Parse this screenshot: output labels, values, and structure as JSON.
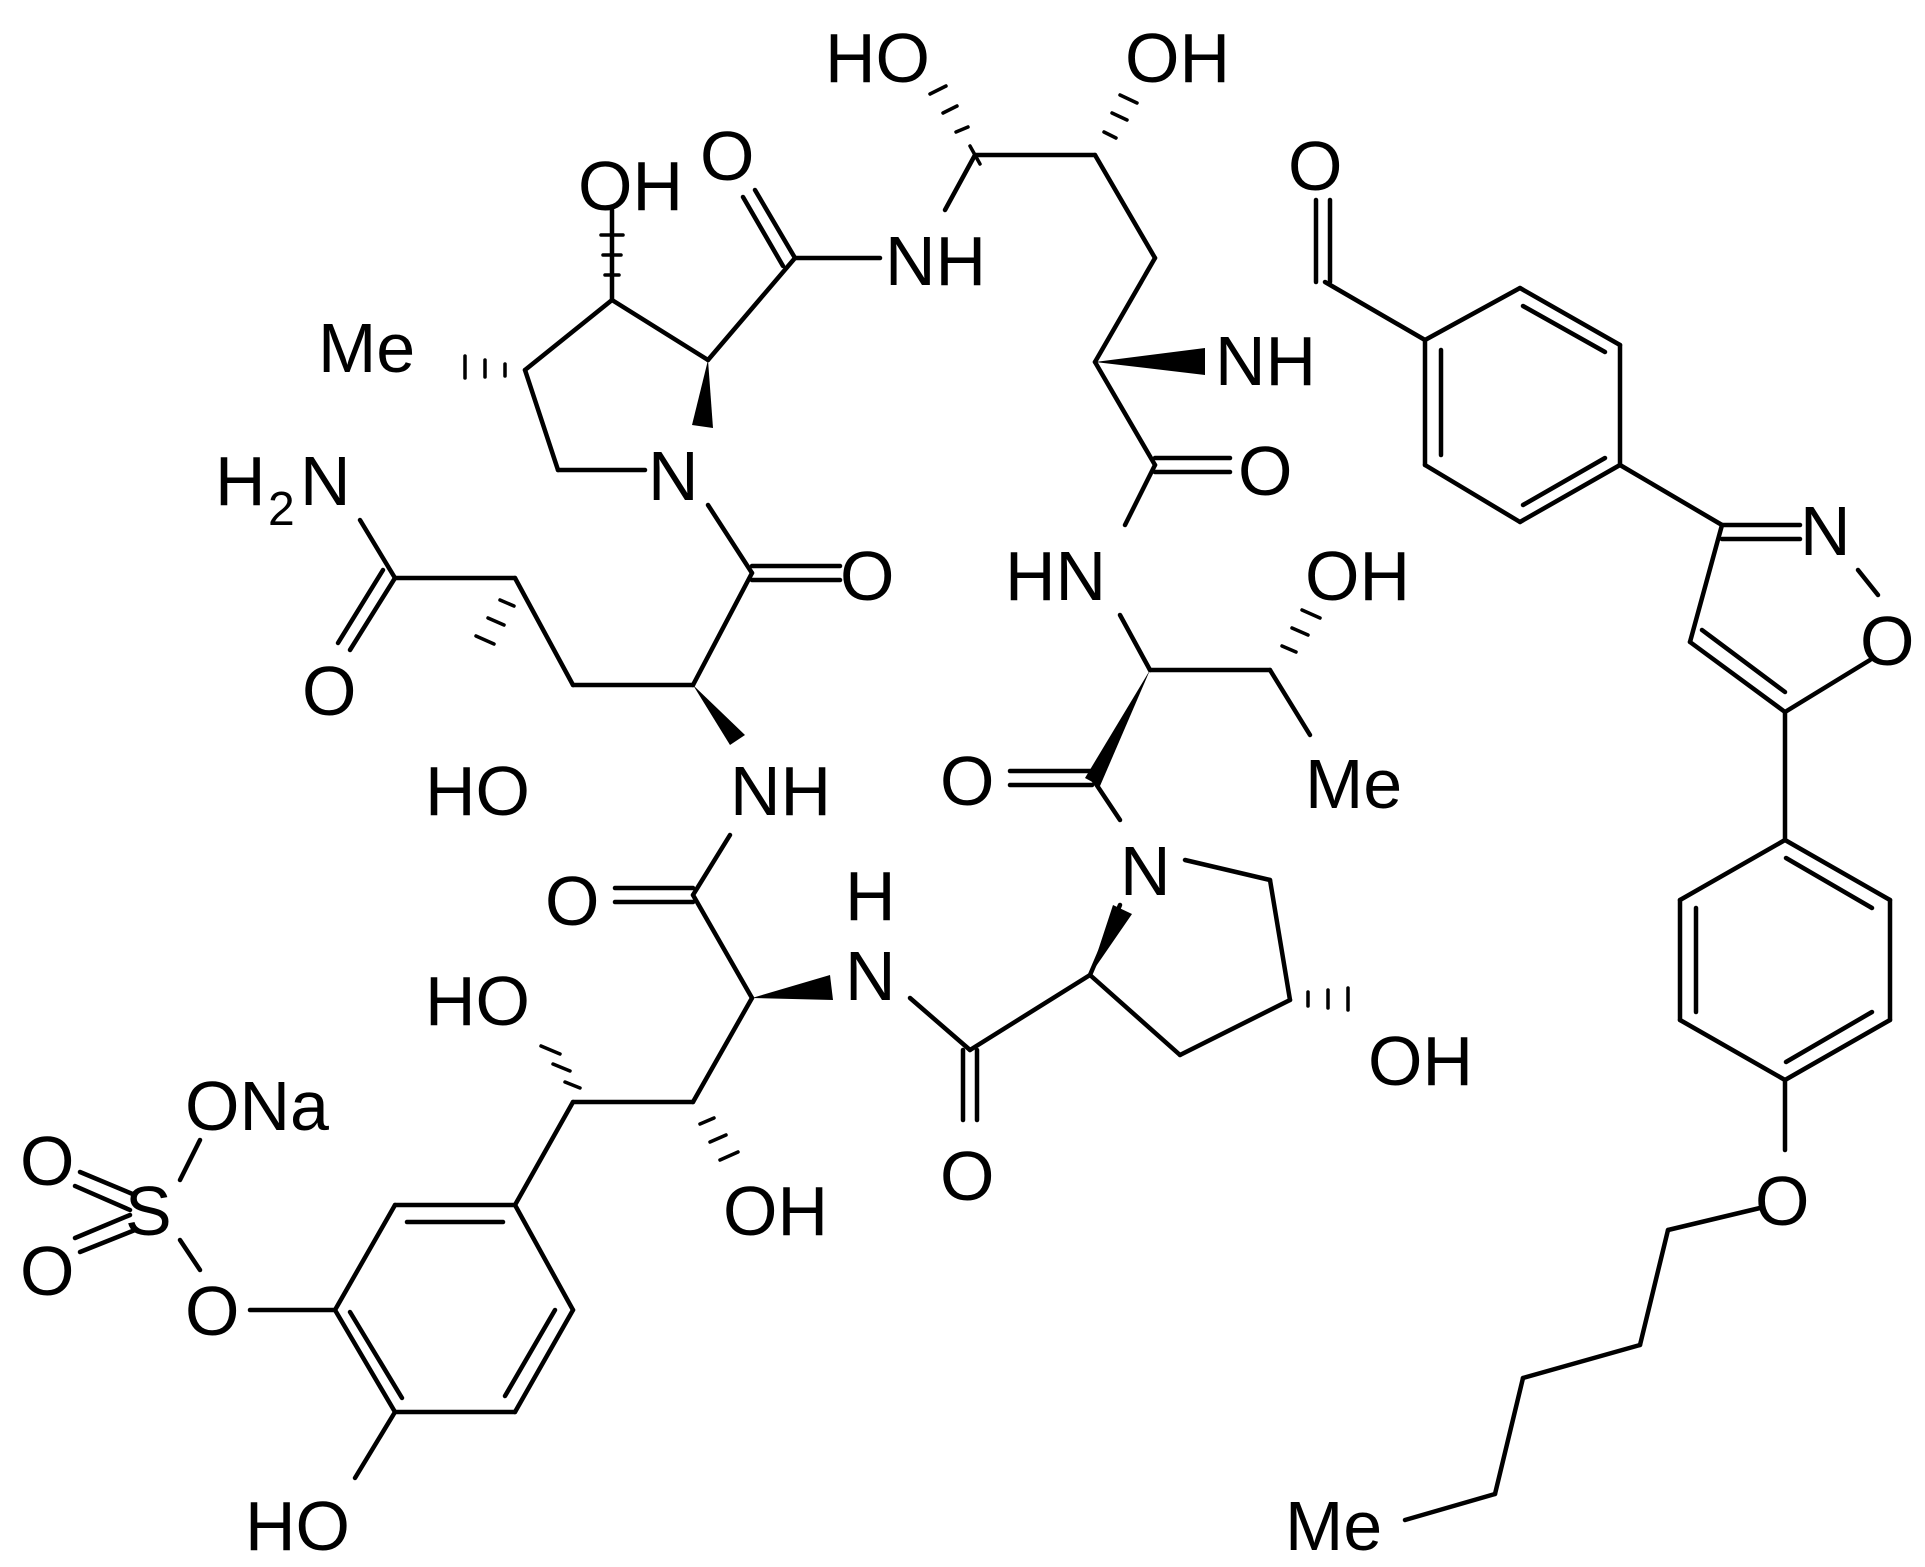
{
  "colors": {
    "ink": "#000000",
    "background": "#ffffff"
  },
  "atoms": [
    {
      "id": "a_ho_top1",
      "text": "HO"
    },
    {
      "id": "a_oh_top2",
      "text": "OH"
    },
    {
      "id": "a_oh_pyr1",
      "text": "OH"
    },
    {
      "id": "a_o_amide1",
      "text": "O"
    },
    {
      "id": "a_nh_1",
      "text": "NH"
    },
    {
      "id": "a_o_benzoyl",
      "text": "O"
    },
    {
      "id": "a_me_1",
      "text": "Me"
    },
    {
      "id": "a_nh_2",
      "text": "NH"
    },
    {
      "id": "a_n_pyr1",
      "text": "N"
    },
    {
      "id": "a_o_c2",
      "text": "O"
    },
    {
      "id": "a_h2n",
      "text": "H"
    },
    {
      "id": "a_n_isox",
      "text": "N"
    },
    {
      "id": "a_hn_3",
      "text": "HN"
    },
    {
      "id": "a_oh_thr",
      "text": "OH"
    },
    {
      "id": "a_o_pyr1co",
      "text": "O"
    },
    {
      "id": "a_o_isox",
      "text": "O"
    },
    {
      "id": "a_o_asn",
      "text": "O"
    },
    {
      "id": "a_ho_asn",
      "text": "HO"
    },
    {
      "id": "a_nh_4",
      "text": "NH"
    },
    {
      "id": "a_o_thrco",
      "text": "O"
    },
    {
      "id": "a_me_thr",
      "text": "Me"
    },
    {
      "id": "a_n_pyr2",
      "text": "N"
    },
    {
      "id": "a_o_c5",
      "text": "O"
    },
    {
      "id": "a_h_5",
      "text": "H"
    },
    {
      "id": "a_n_5",
      "text": "N"
    },
    {
      "id": "a_ho_6",
      "text": "HO"
    },
    {
      "id": "a_oh_pyr2",
      "text": "OH"
    },
    {
      "id": "a_ona",
      "text": "ONa"
    },
    {
      "id": "a_o_s1",
      "text": "O"
    },
    {
      "id": "a_s",
      "text": "S"
    },
    {
      "id": "a_o_s2",
      "text": "O"
    },
    {
      "id": "a_o_s3",
      "text": "O"
    },
    {
      "id": "a_oh_7",
      "text": "OH"
    },
    {
      "id": "a_o_co7",
      "text": "O"
    },
    {
      "id": "a_o_ether",
      "text": "O"
    },
    {
      "id": "a_ho_phenol",
      "text": "HO"
    },
    {
      "id": "a_me_chain",
      "text": "Me"
    }
  ],
  "labels": {
    "h2n_sub": "2",
    "h2n_n": "N"
  }
}
